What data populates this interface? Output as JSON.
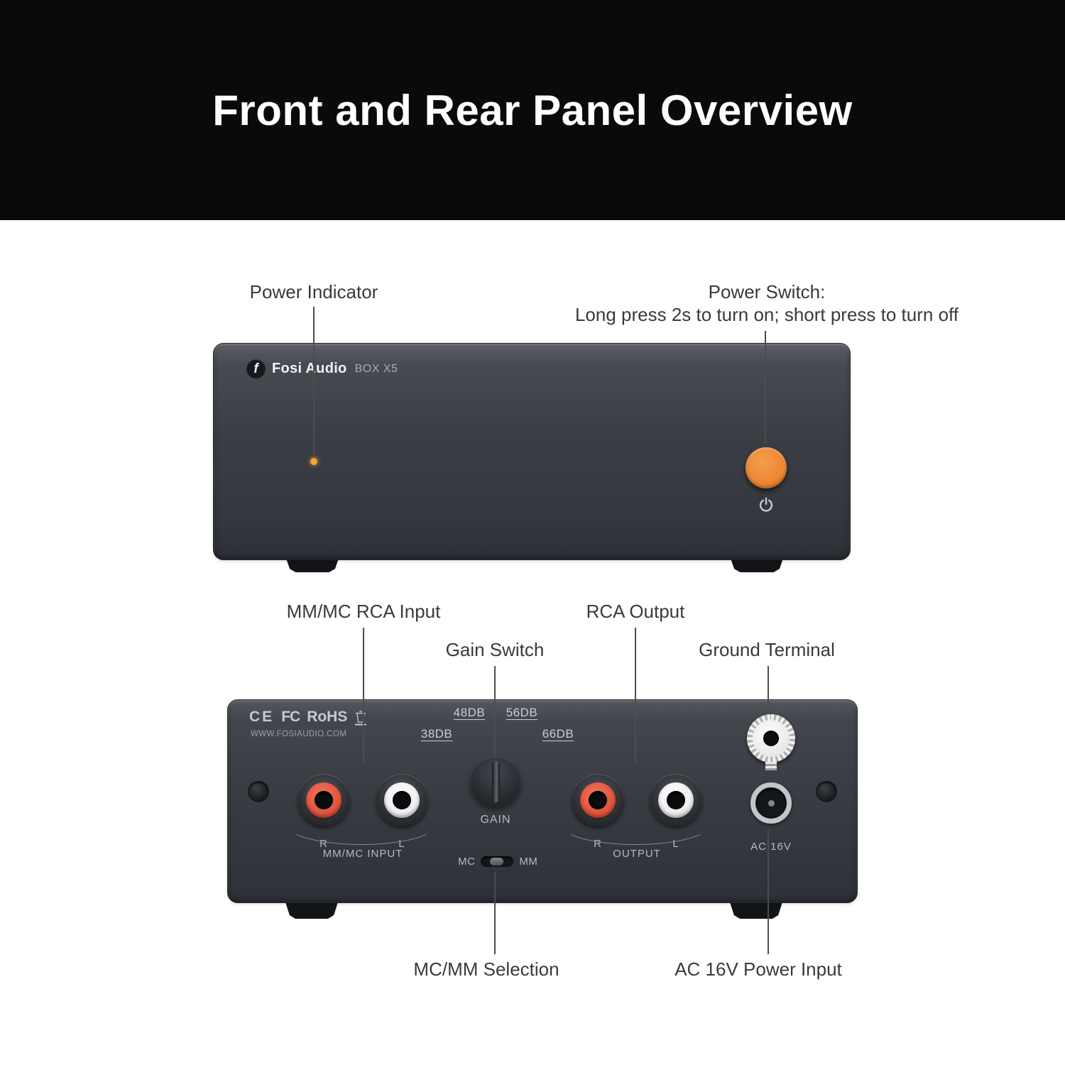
{
  "header": {
    "title": "Front and Rear Panel Overview"
  },
  "front": {
    "brand": "Fosi Audio",
    "model": "BOX X5",
    "logo_glyph": "f",
    "callouts": {
      "power_indicator": "Power Indicator",
      "power_switch_title": "Power Switch:",
      "power_switch_desc": "Long press 2s to turn on; short press to turn off"
    }
  },
  "rear": {
    "cert_ce": "CE",
    "cert_fcc": "FC",
    "cert_rohs": "RoHS",
    "website": "WWW.FOSIAUDIO.COM",
    "gain_labels": [
      "38DB",
      "48DB",
      "56DB",
      "66DB"
    ],
    "gain_knob_label": "GAIN",
    "channels": {
      "r": "R",
      "l": "L"
    },
    "input_group_label": "MM/MC INPUT",
    "output_group_label": "OUTPUT",
    "ac_label": "AC 16V",
    "switch": {
      "mc": "MC",
      "mm": "MM"
    },
    "callouts": {
      "input": "MM/MC RCA Input",
      "output": "RCA Output",
      "gain": "Gain Switch",
      "ground": "Ground Terminal",
      "mcmm": "MC/MM Selection",
      "ac": "AC 16V Power Input"
    }
  },
  "colors": {
    "accent_orange": "#ED8733",
    "led_orange": "#F6A13C",
    "rca_red": "#DD4F38",
    "rca_white": "#EDEFF1"
  }
}
